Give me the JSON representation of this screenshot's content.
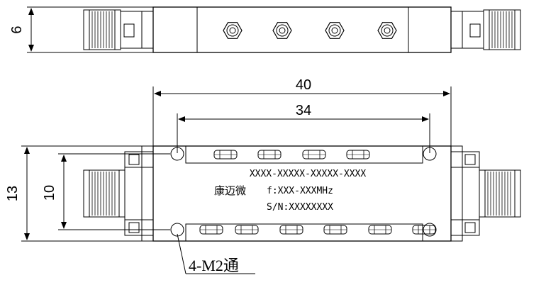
{
  "dimensions": {
    "thickness": "6",
    "length_overall": "40",
    "hole_spacing_length": "34",
    "width_overall": "13",
    "hole_spacing_width": "10"
  },
  "label": {
    "part_number": "XXXX-XXXXX-XXXXX-XXXX",
    "brand": "康迈微",
    "frequency": "f:XXX-XXXMHz",
    "serial": "S/N:XXXXXXXX"
  },
  "hole_callout": "4-M2通"
}
